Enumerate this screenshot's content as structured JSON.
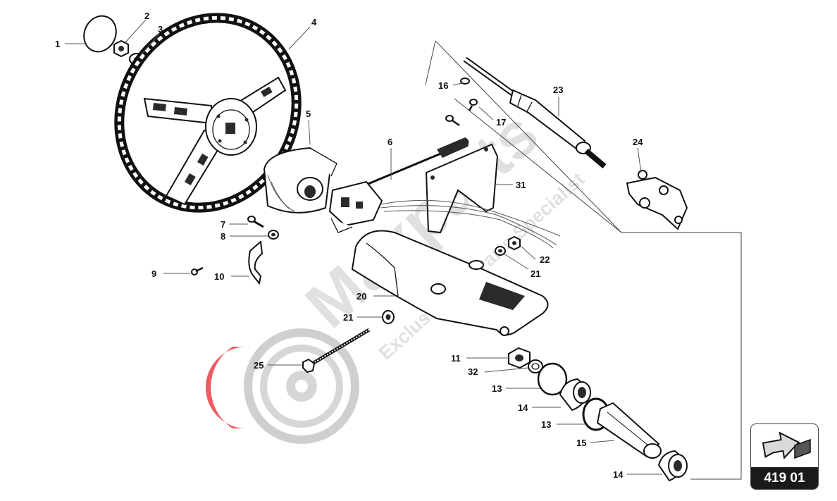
{
  "callouts": [
    {
      "id": "c1",
      "label": "1"
    },
    {
      "id": "c2",
      "label": "2"
    },
    {
      "id": "c3",
      "label": "3"
    },
    {
      "id": "c4",
      "label": "4"
    },
    {
      "id": "c5",
      "label": "5"
    },
    {
      "id": "c6",
      "label": "6"
    },
    {
      "id": "c7",
      "label": "7"
    },
    {
      "id": "c8",
      "label": "8"
    },
    {
      "id": "c9",
      "label": "9"
    },
    {
      "id": "c10",
      "label": "10"
    },
    {
      "id": "c16",
      "label": "16"
    },
    {
      "id": "c17",
      "label": "17"
    },
    {
      "id": "c20",
      "label": "20"
    },
    {
      "id": "c21a",
      "label": "21"
    },
    {
      "id": "c21b",
      "label": "21"
    },
    {
      "id": "c22",
      "label": "22"
    },
    {
      "id": "c23",
      "label": "23"
    },
    {
      "id": "c24",
      "label": "24"
    },
    {
      "id": "c25",
      "label": "25"
    },
    {
      "id": "c31",
      "label": "31"
    },
    {
      "id": "c11",
      "label": "11"
    },
    {
      "id": "c32",
      "label": "32"
    },
    {
      "id": "c13a",
      "label": "13"
    },
    {
      "id": "c14a",
      "label": "14"
    },
    {
      "id": "c13b",
      "label": "13"
    },
    {
      "id": "c15",
      "label": "15"
    },
    {
      "id": "c14b",
      "label": "14"
    }
  ],
  "watermark": {
    "brand": "Maxparts",
    "tagline": "Exclusive car Parts Specialist"
  },
  "page_badge": {
    "number": "419 01",
    "icon": "arrow-pointer-icon"
  },
  "colors": {
    "ink": "#111111",
    "watermark_grey": "#c8c8c8",
    "watermark_red": "#e8313a",
    "badge_bar": "#1a1a1a"
  }
}
